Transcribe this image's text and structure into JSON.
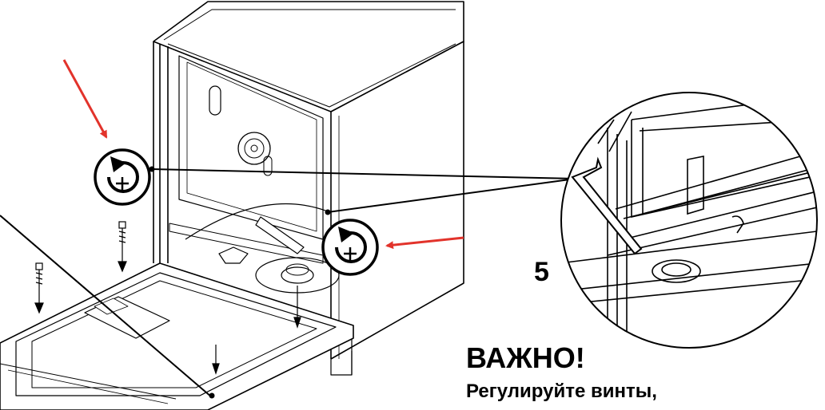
{
  "step": {
    "number": "5"
  },
  "warning": {
    "title": "ВАЖНО!",
    "text": "Регулируйте винты,"
  },
  "colors": {
    "arrow": "#e2332b",
    "line": "#000000",
    "background": "#ffffff"
  },
  "icons": [
    "rotate-clockwise-plus-icon",
    "rotate-clockwise-plus-icon",
    "red-arrow-icon",
    "red-arrow-icon",
    "screw-icon",
    "hex-key-icon"
  ]
}
